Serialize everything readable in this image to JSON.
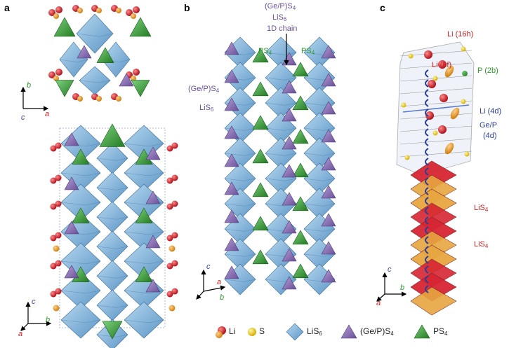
{
  "panels": {
    "a": {
      "letter": "a",
      "axes_top": {
        "a": "a",
        "b": "b",
        "c": "c"
      },
      "axes_bottom": {
        "a": "a",
        "b": "b",
        "c": "c"
      }
    },
    "b": {
      "letter": "b",
      "chain_label_1": "(Ge/P)S",
      "chain_label_1_sub": "4",
      "chain_label_2": "LiS",
      "chain_label_2_sub": "6",
      "chain_label_3": "1D chain",
      "ps4_left": "PS",
      "ps4_left_sub": "4",
      "ps4_right": "PS",
      "ps4_right_sub": "4",
      "gep_label": "(Ge/P)S",
      "gep_label_sub": "4",
      "lis6_label": "LiS",
      "lis6_label_sub": "6",
      "axes": {
        "a": "a",
        "b": "b",
        "c": "c"
      }
    },
    "c": {
      "letter": "c",
      "li16h": "Li (16h)",
      "li8f": "Li (8f)",
      "p2b": "P (2b)",
      "li4d": "Li (4d)",
      "gep4d_1": "Ge/P",
      "gep4d_2": "(4d)",
      "lis4_1": "LiS",
      "lis4_1_sub": "4",
      "lis4_2": "LiS",
      "lis4_2_sub": "4",
      "axes": {
        "a": "a",
        "b": "b",
        "c": "c"
      }
    }
  },
  "legend": {
    "li": "Li",
    "s": "S",
    "lis6": "LiS",
    "lis6_sub": "6",
    "gep": "(Ge/P)S",
    "gep_sub": "4",
    "ps4": "PS",
    "ps4_sub": "4"
  },
  "colors": {
    "lis6_blue": "#7fb3d9",
    "gep_purple": "#8d72b5",
    "ps4_green": "#3aa03a",
    "li_red": "#d61f2c",
    "s_yellow": "#f3d21a",
    "lis4_orange": "#e8a640",
    "lis4_red": "#d62532"
  }
}
